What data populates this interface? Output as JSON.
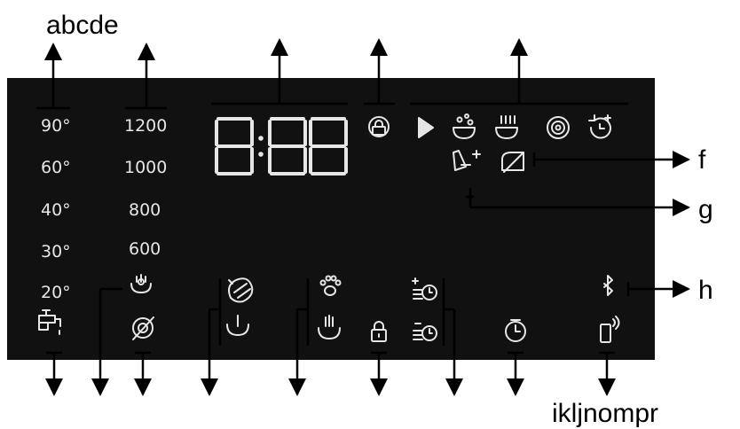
{
  "labels": {
    "top": "abcde",
    "f": "f",
    "g": "g",
    "h": "h",
    "bottom": "ikljnompr"
  },
  "temperatures": [
    "90°",
    "60°",
    "40°",
    "30°",
    "20°"
  ],
  "spin_speeds": [
    "1200",
    "1000",
    "800",
    "600"
  ],
  "time_display": "8:88",
  "colors": {
    "display_bg": "#111111",
    "segment": "#e6e6e6",
    "line": "#000000"
  },
  "icons": [
    "prewash-icon",
    "tap-icon",
    "no-spin-icon",
    "rinse-hold-icon",
    "stain-icon",
    "wash-tub-icon",
    "pet-hair-icon",
    "soak-icon",
    "door-lock-icon",
    "time-plus-icon",
    "time-minus-icon",
    "delay-timer-icon",
    "phone-connect-icon",
    "bluetooth-icon",
    "play-icon",
    "wash-phase-icon",
    "rinse-phase-icon",
    "spin-phase-icon",
    "cycle-end-icon",
    "drying-plus-icon",
    "no-iron-icon",
    "child-lock-icon"
  ]
}
